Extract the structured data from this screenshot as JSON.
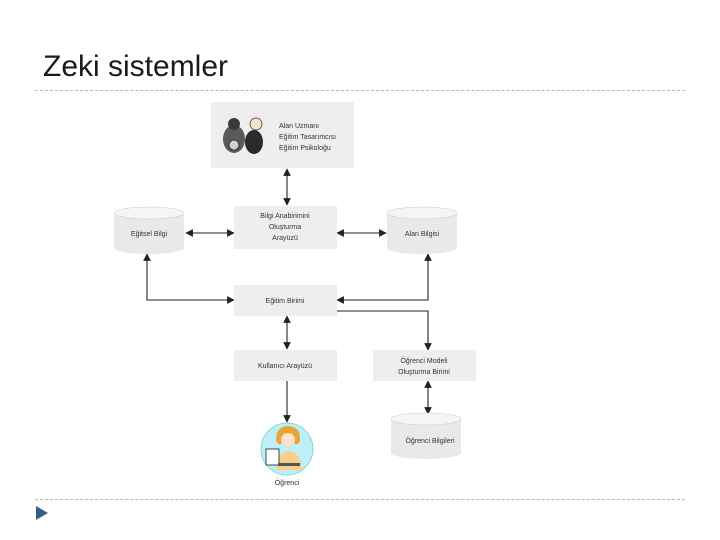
{
  "slide": {
    "title": "Zeki sistemler"
  },
  "colors": {
    "accent": "#3a5a8a",
    "box": "#eeeeee",
    "arrow": "#222222"
  },
  "diagram": {
    "experts": {
      "lines": [
        "Alan Uzmanı",
        "Eğitim Tasarımcısı",
        "Eğitim Psikoloğu"
      ],
      "icon": "people-icon"
    },
    "interface_gen": {
      "lines": [
        "Bilgi Anabirimini",
        "Oluşturma",
        "Arayüzü"
      ]
    },
    "pedagogical_db": {
      "label": "Eğitsel Bilgi"
    },
    "domain_db": {
      "label": "Alan Bilgisi"
    },
    "tutor_unit": {
      "label": "Eğitim Birimi"
    },
    "user_interface": {
      "label": "Kullanıcı Arayüzü"
    },
    "student_model": {
      "lines": [
        "Öğrenci Modeli",
        "Oluşturma Birimi"
      ]
    },
    "student_db": {
      "label": "Öğrenci Bilgileri"
    },
    "student": {
      "label": "Öğrenci",
      "icon": "student-icon"
    }
  }
}
